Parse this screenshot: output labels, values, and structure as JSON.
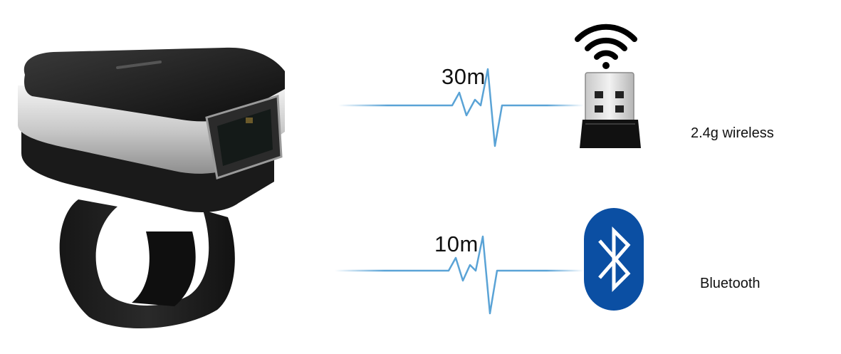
{
  "wireless": {
    "range_label": "30m",
    "connection_label": "2.4g wireless",
    "icon": "usb-dongle-icon",
    "signal_icon": "wifi-signal-icon"
  },
  "bluetooth": {
    "range_label": "10m",
    "connection_label": "Bluetooth",
    "icon": "bluetooth-icon"
  },
  "product": {
    "icon": "ring-barcode-scanner"
  },
  "colors": {
    "signal_line": "#5aa3d6",
    "bluetooth_blue": "#0b4fa3"
  }
}
